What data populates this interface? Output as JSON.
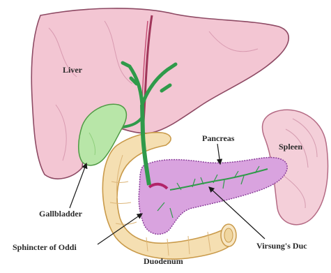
{
  "labels": {
    "liver": "Liver",
    "pancreas": "Pancreas",
    "spleen": "Spleen",
    "gallbladder": "Gallbladder",
    "sphincter": "Sphincter of Oddi",
    "duodenum": "Duodenum",
    "virsung": "Virsung's Duc"
  },
  "colors": {
    "liver_fill": "#f3c6d3",
    "liver_stroke": "#8e4a64",
    "bile_duct": "#2f9a4a",
    "gallbladder": "#b8e6a8",
    "pancreas_fill": "#d9a3df",
    "pancreas_stroke": "#8a3e9a",
    "spleen_fill": "#f4cfd9",
    "duodenum_fill": "#f5dfb2",
    "duodenum_stroke": "#c99a4a"
  }
}
